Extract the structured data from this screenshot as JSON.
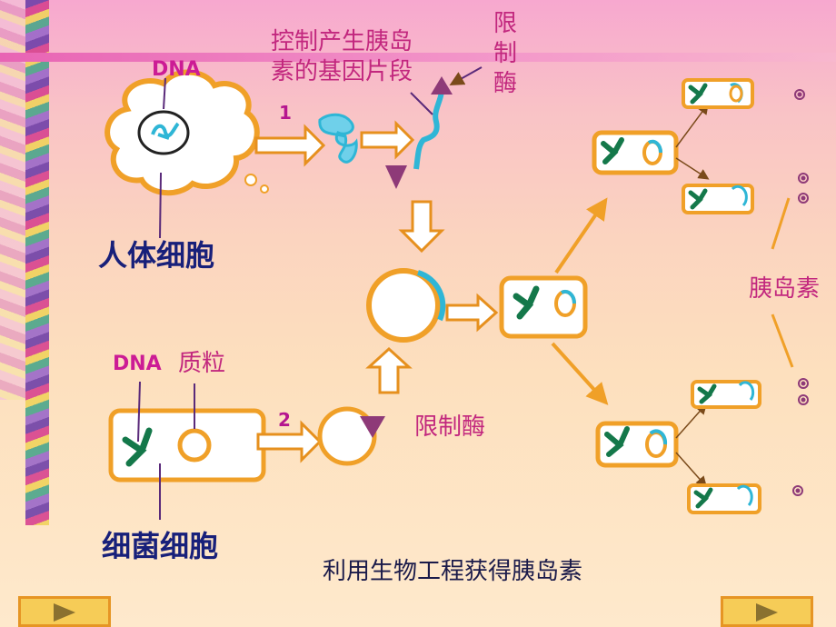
{
  "labels": {
    "dna_top": "DNA",
    "dna_bottom": "DNA",
    "human_cell": "人体细胞",
    "bacterial_cell": "细菌细胞",
    "insulin_gene_line1": "控制产生胰岛",
    "insulin_gene_line2": "素的基因片段",
    "enzyme_top_1": "限",
    "enzyme_top_2": "制",
    "enzyme_top_3": "酶",
    "enzyme_bottom": "限制酶",
    "plasmid": "质粒",
    "insulin": "胰岛素",
    "step1": "1",
    "step2": "2",
    "caption": "利用生物工程获得胰岛素"
  },
  "colors": {
    "cell_border": "#f0a028",
    "arrow_fill": "#ffffff",
    "arrow_border": "#e6901e",
    "dna_green": "#14784a",
    "plasmid_blue": "#2fb6d6",
    "enzyme_purple": "#8e3a78",
    "label_navy": "#18207a",
    "label_magenta": "#c2277e"
  },
  "nav": {
    "prev": "play-icon",
    "next": "play-icon"
  }
}
